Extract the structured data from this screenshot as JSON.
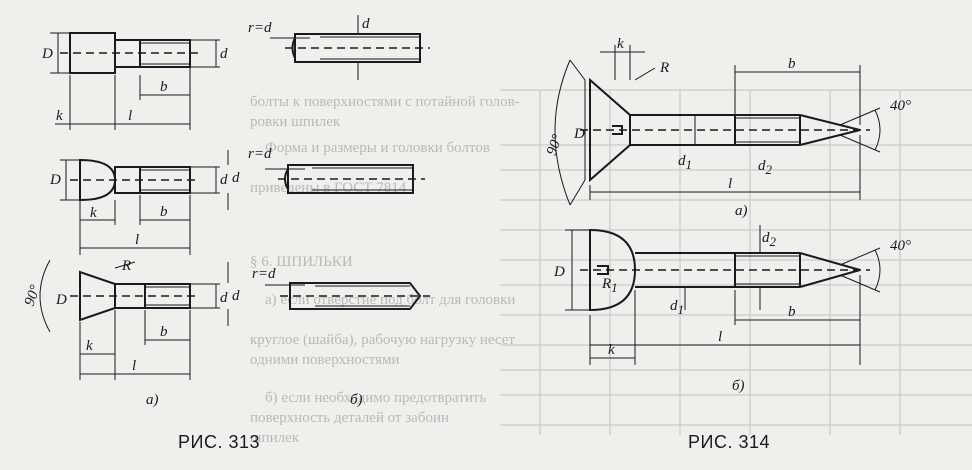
{
  "captions": {
    "fig313": "РИС. 313",
    "fig314": "РИС. 314"
  },
  "fig313_labels": {
    "D": "D",
    "d": "d",
    "b": "b",
    "l": "l",
    "k": "k",
    "R": "R",
    "angle": "90°",
    "r_eq_d": "r=d",
    "variant_a": "а)",
    "variant_b": "б)"
  },
  "fig314_labels": {
    "k": "k",
    "R": "R",
    "R1": "R",
    "R1_sub": "1",
    "b": "b",
    "l": "l",
    "D": "D",
    "d": "d",
    "sub1": "1",
    "sub2": "2",
    "angle90": "90°",
    "angle40": "40°",
    "variant_a": "а)",
    "variant_b": "б)"
  },
  "ghost_text": {
    "line1": "болты к поверхностями с потайной голов-",
    "line2": "ровки шпилек",
    "line3": "Форма и размеры и головки болтов",
    "line4": "приведены в ГОСТ 7814",
    "section": "§ 6. ШПИЛЬКИ",
    "line5": "а) если отверстие под болт для головки",
    "line6": "круглое (шайба), рабочую нагрузку несет",
    "line7": "одними поверхностями",
    "line8": "б) если необходимо предотвратить",
    "line9": "поверхность деталей от забоин",
    "line10": "шпилек"
  },
  "colors": {
    "background": "#efefec",
    "ink": "#1a1a1a",
    "ghost": "#b9b9b6"
  }
}
